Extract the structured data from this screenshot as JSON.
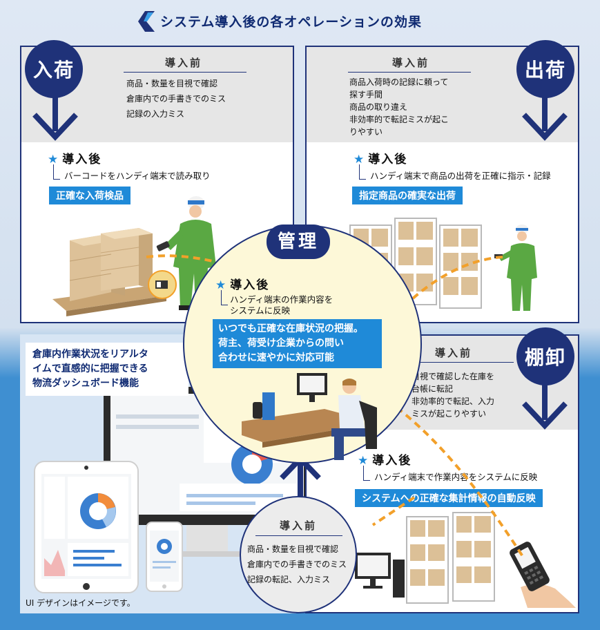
{
  "header": {
    "title": "システム導入後の各オペレーションの効果"
  },
  "inbound": {
    "label": "入荷",
    "before_title": "導入前",
    "before_items": [
      "商品・数量を目視で確認",
      "倉庫内での手書きでのミス",
      "記録の入力ミス"
    ],
    "after_title": "導入後",
    "after_text": "バーコードをハンディ端末で読み取り",
    "badge": "正確な入荷検品"
  },
  "outbound": {
    "label": "出荷",
    "before_title": "導入前",
    "before_items": [
      "商品入荷時の記録に頼って",
      "探す手間",
      "商品の取り違え",
      "非効率的で転記ミスが起こ",
      "りやすい"
    ],
    "after_title": "導入後",
    "after_text": "ハンディ端末で商品の出荷を正確に指示・記録",
    "badge": "指定商品の確実な出荷"
  },
  "management": {
    "label": "管理",
    "after_title": "導入後",
    "after_lines": [
      "ハンディ端末の作業内容を",
      "システムに反映"
    ],
    "badge_lines": [
      "いつでも正確な在庫状況の把握。",
      "荷主、荷受け企業からの問い",
      "合わせに速やかに対応可能"
    ]
  },
  "inventory": {
    "label": "棚卸",
    "before_title": "導入前",
    "before_items": [
      "目視で確認した在庫を",
      "台帳に転記",
      "非効率的で転記、入力",
      "ミスが起こりやすい"
    ],
    "after_title": "導入後",
    "after_text": "ハンディ端末で作業内容をシステムに反映",
    "badge": "システムへの正確な集計情報の自動反映"
  },
  "dashboard": {
    "note_lines": [
      "倉庫内作業状況をリアルタ",
      "イムで直感的に把握できる",
      "物流ダッシュボード機能"
    ],
    "caption": "UI デザインはイメージです。"
  },
  "bottom": {
    "before_title": "導入前",
    "before_items": [
      "商品・数量を目視で確認",
      "倉庫内での手書きでのミス",
      "記録の転記、入力ミス"
    ]
  },
  "colors": {
    "navy": "#1f3279",
    "accent_blue": "#1f8ad8",
    "worker_green": "#5aa843",
    "dash_line": "#f2a02a"
  }
}
